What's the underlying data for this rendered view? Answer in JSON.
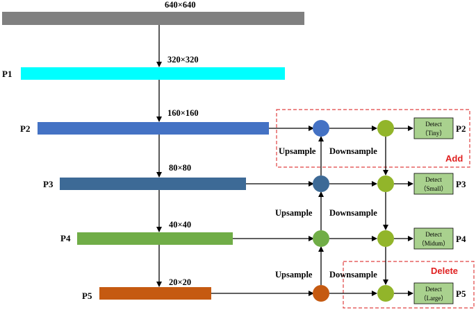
{
  "sizes": {
    "s640": "640×640",
    "s320": "320×320",
    "s160": "160×160",
    "s80": "80×80",
    "s40": "40×40",
    "s20": "20×20"
  },
  "levels": {
    "p1": "P1",
    "p2": "P2",
    "p3": "P3",
    "p4": "P4",
    "p5": "P5"
  },
  "outputs": {
    "p2": "P2",
    "p3": "P3",
    "p4": "P4",
    "p5": "P5"
  },
  "detect": {
    "title": "Detect",
    "tiny": "（Tiny）",
    "small": "（Small）",
    "midum": "（Midum）",
    "large": "（Large）"
  },
  "labels": {
    "upsample": "Upsample",
    "downsample": "Downsample",
    "add": "Add",
    "delete": "Delete"
  },
  "colors": {
    "input_bar": "#808080",
    "p1_bar": "#00ffff",
    "p2_bar": "#4472c4",
    "p3_bar": "#3d6a96",
    "p4_bar": "#70ad47",
    "p5_bar": "#c55a11",
    "detect_box": "#a9d18e",
    "node_green": "#92b52a",
    "dash_red": "#e04040"
  }
}
